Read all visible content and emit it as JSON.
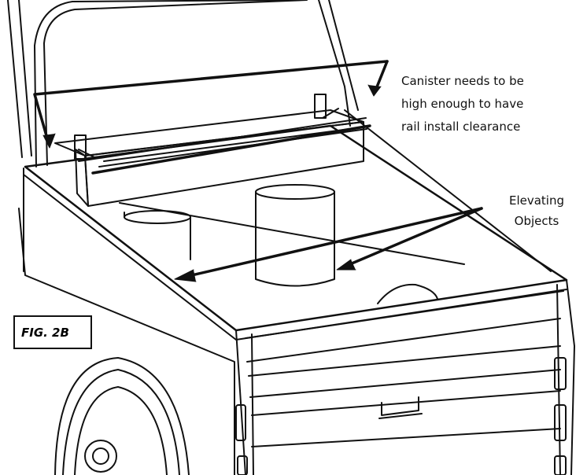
{
  "figure": {
    "label": "FIG. 2B"
  },
  "annotations": {
    "canister": {
      "lines": [
        "Canister needs to be",
        "high enough to have",
        "rail install clearance"
      ]
    },
    "elevating": {
      "lines": [
        "Elevating",
        "Objects"
      ]
    }
  },
  "colors": {
    "line": "#111111",
    "background": "#ffffff"
  }
}
